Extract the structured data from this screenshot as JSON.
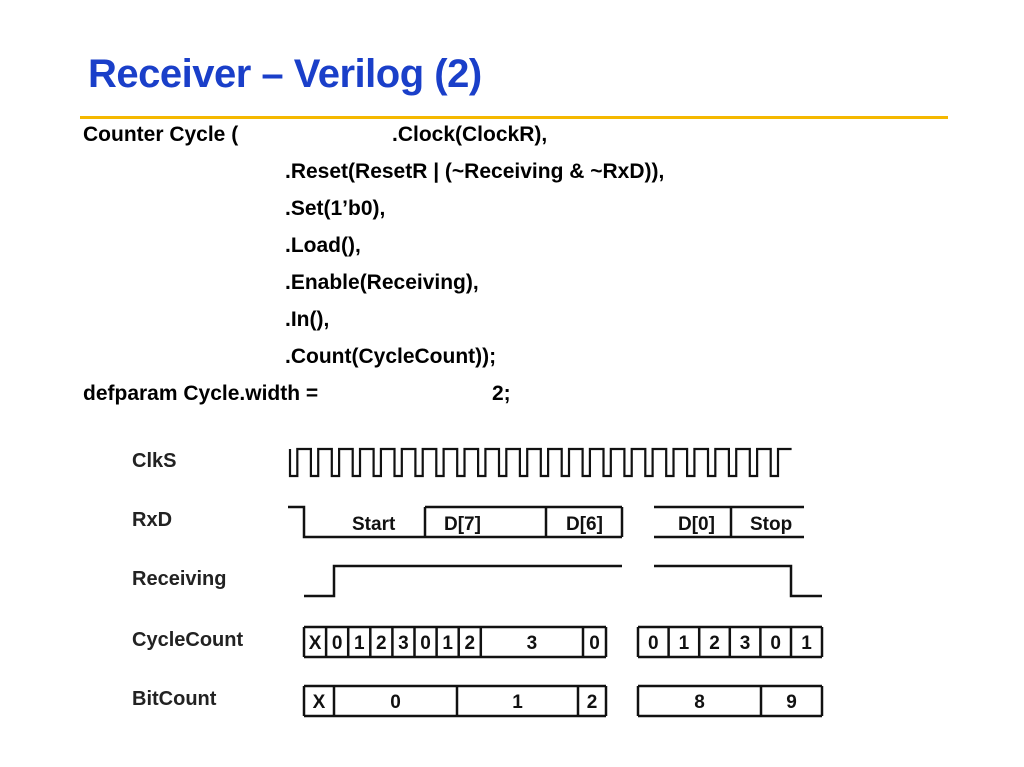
{
  "slide": {
    "title": "Receiver – Verilog (2)"
  },
  "code": {
    "line1_prefix": "Counter Cycle (",
    "line1_arg": ".Clock(ClockR),",
    "line2": ".Reset(ResetR | (~Receiving & ~RxD)),",
    "line3": ".Set(1’b0),",
    "line4": ".Load(),",
    "line5": ".Enable(Receiving),",
    "line6": ".In(),",
    "line7": ".Count(CycleCount));",
    "line8_prefix": "defparam Cycle.width =",
    "line8_value": "2;"
  },
  "timing": {
    "signals": [
      "ClkS",
      "RxD",
      "Receiving",
      "CycleCount",
      "BitCount"
    ],
    "rxd_segments": [
      "Start",
      "D[7]",
      "D[6]",
      "D[0]",
      "Stop"
    ],
    "cyclecount_left": [
      "X",
      "0",
      "1",
      "2",
      "3",
      "0",
      "1",
      "2",
      "3",
      "0"
    ],
    "cyclecount_right": [
      "0",
      "1",
      "2",
      "3",
      "0",
      "1"
    ],
    "bitcount_left": [
      "X",
      "0",
      "1",
      "2"
    ],
    "bitcount_right": [
      "8",
      "9"
    ]
  }
}
